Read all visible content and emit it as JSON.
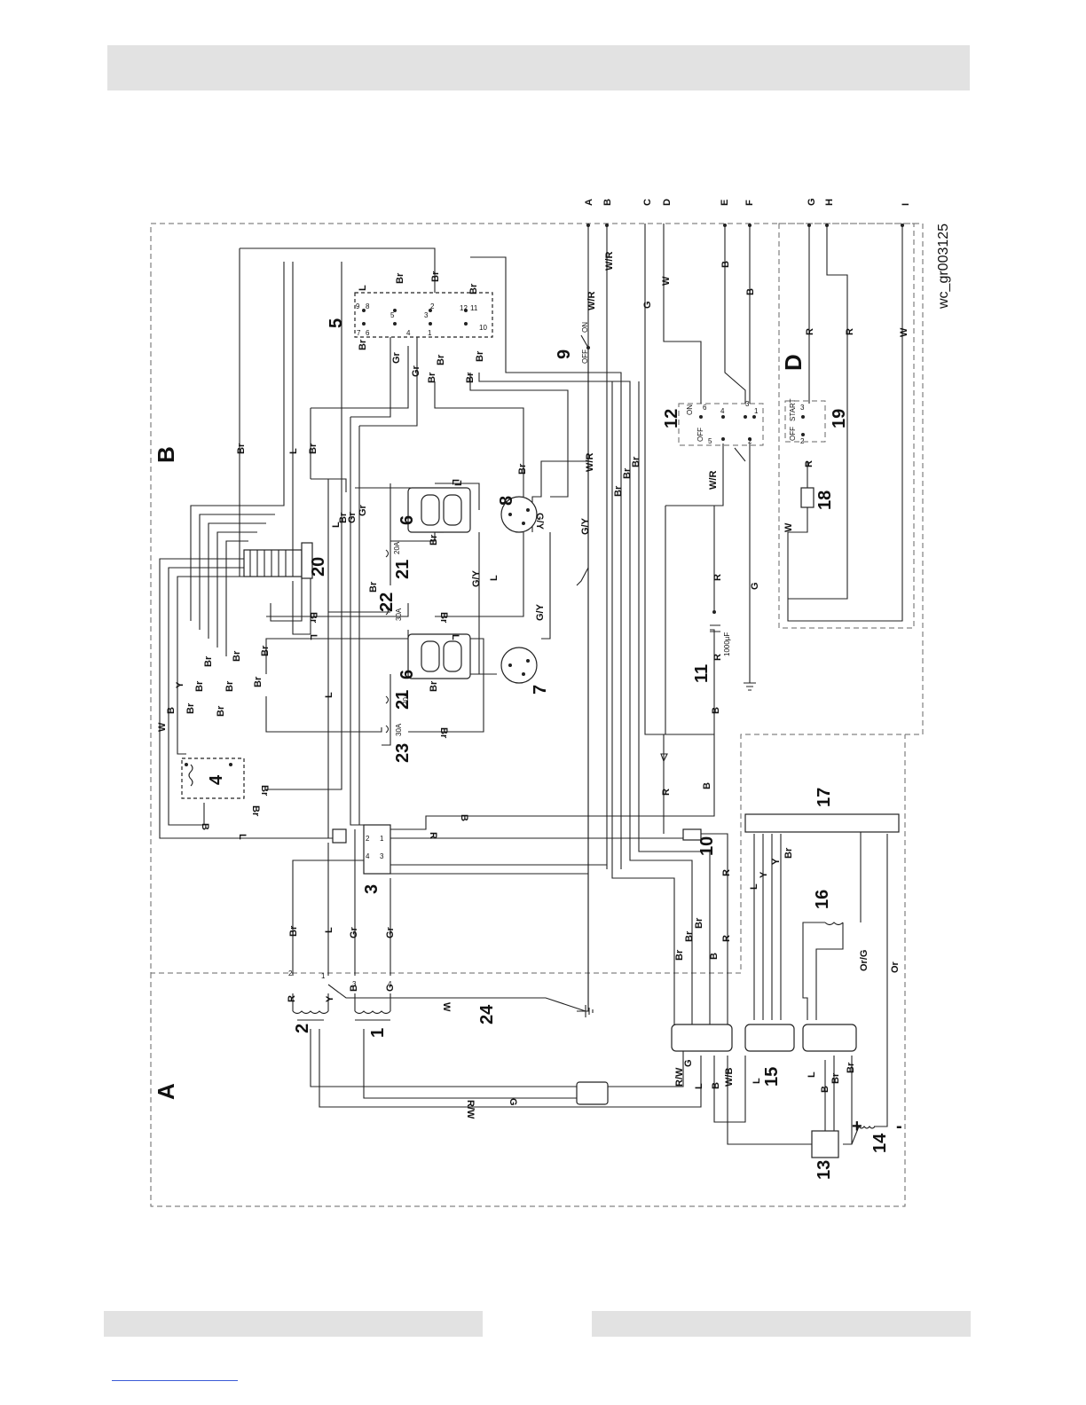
{
  "header_bar": "",
  "figure_ref": "wc_gr003125",
  "sections": [
    "A",
    "B",
    "D"
  ],
  "terminals": [
    "A",
    "B",
    "C",
    "D",
    "E",
    "F",
    "G",
    "H",
    "I"
  ],
  "components": [
    "1",
    "2",
    "3",
    "4",
    "5",
    "6",
    "6",
    "7",
    "8",
    "9",
    "10",
    "11",
    "12",
    "13",
    "14",
    "15",
    "16",
    "17",
    "18",
    "19",
    "20",
    "21",
    "21",
    "22",
    "23",
    "24"
  ],
  "breaker_ratings": [
    "30A",
    "20A",
    "30A",
    "20A"
  ],
  "capacitor_rating": "1000µF",
  "switch_labels": {
    "on": "ON",
    "off": "OFF",
    "start": "START"
  },
  "battery_signs": [
    "+",
    "-"
  ],
  "wire_codes": [
    "Br",
    "L",
    "Gr",
    "G",
    "B",
    "R",
    "W",
    "Y",
    "W/R",
    "G/Y",
    "R/W",
    "W/B",
    "Or/G",
    "Or"
  ],
  "colors": {
    "bars": "#e2e2e2",
    "lines": "#222222",
    "dashed_boundaries": "#666666",
    "link": "#3b5bd6"
  }
}
